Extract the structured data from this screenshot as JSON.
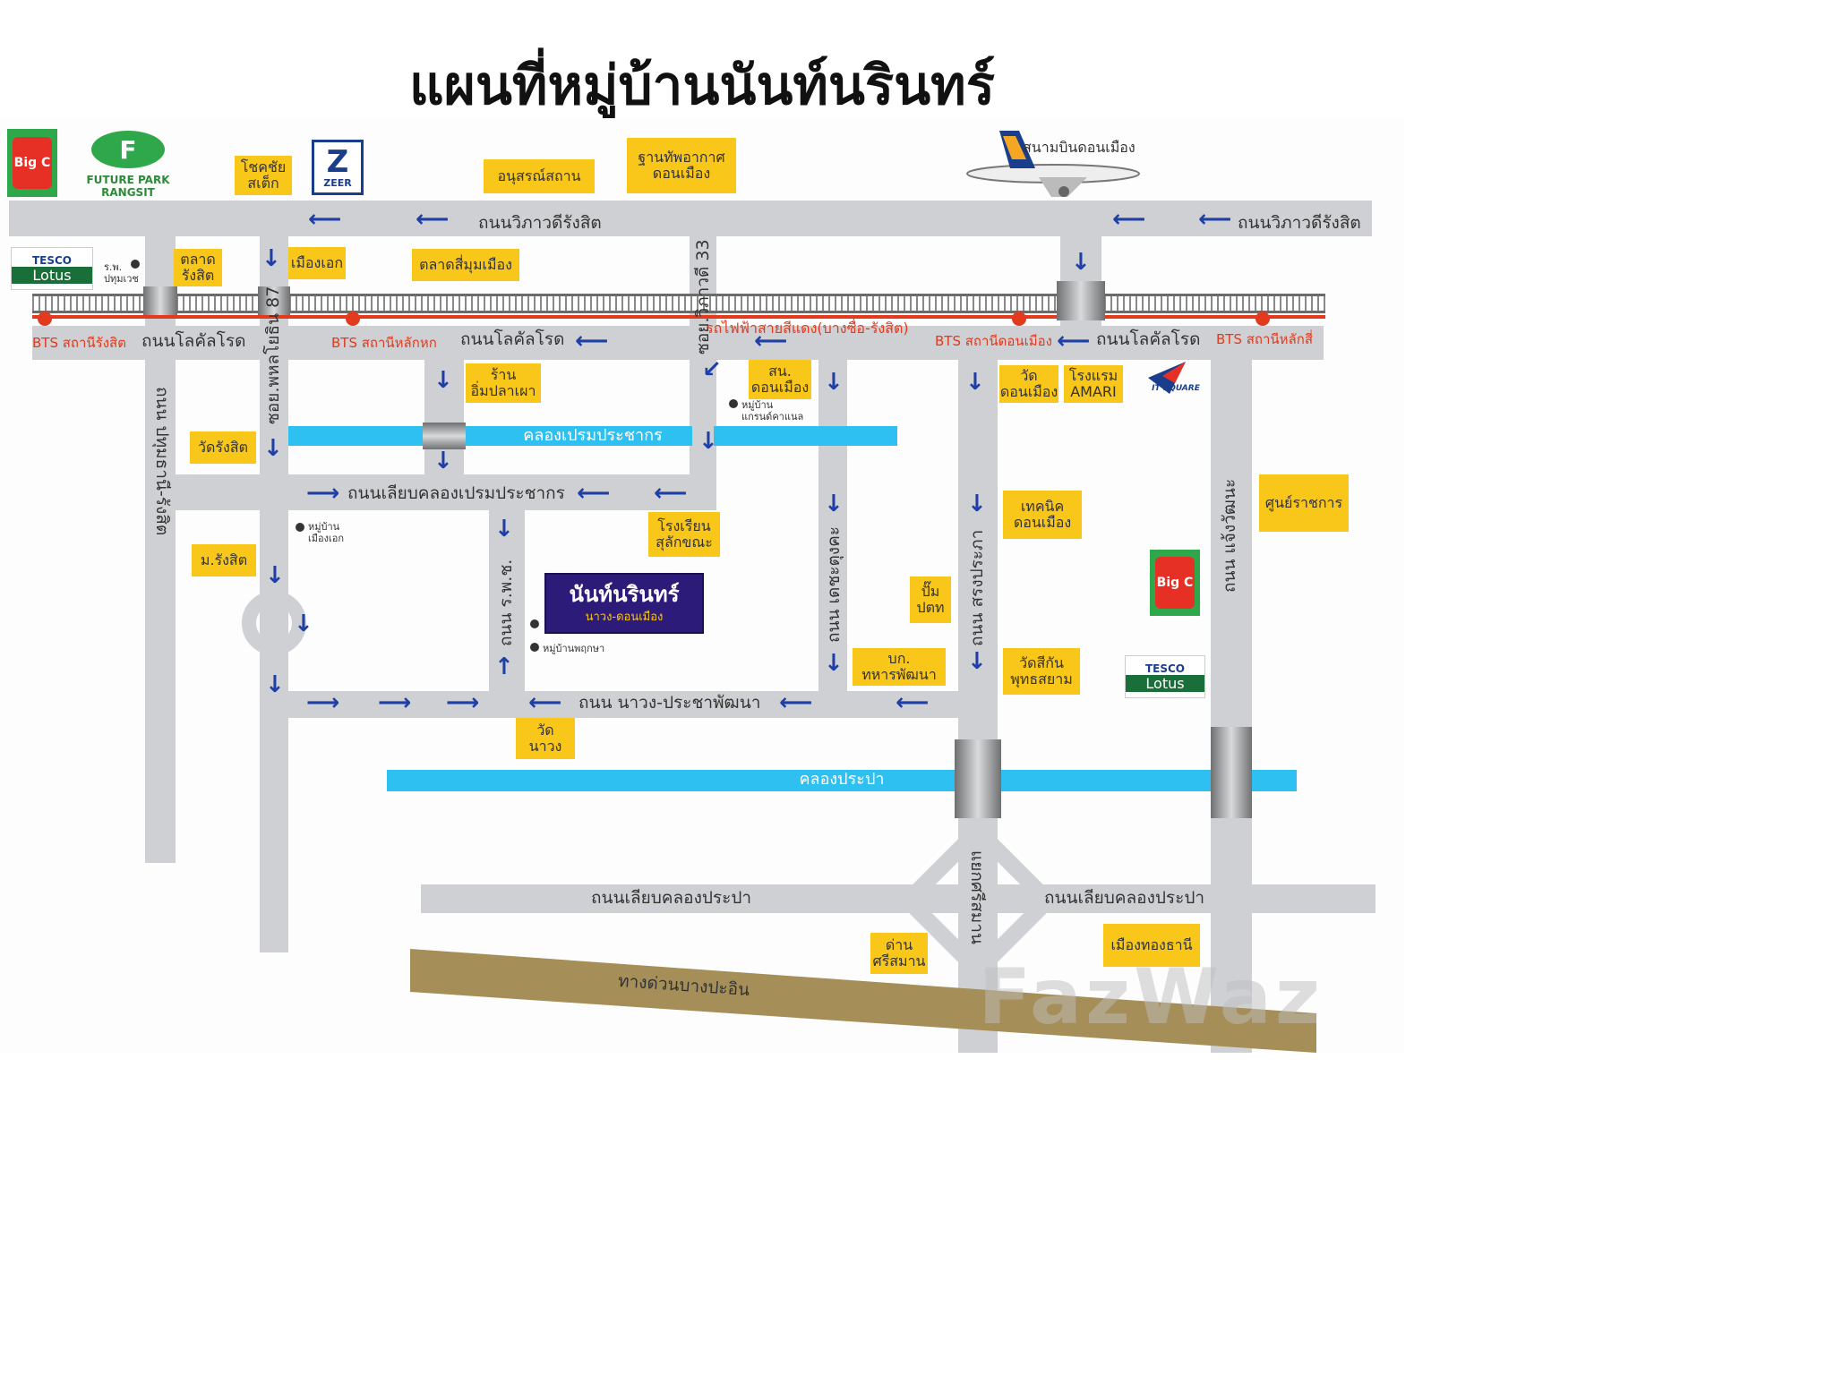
{
  "title": "แผนที่หมู่บ้านนันท์นรินทร์",
  "roads": {
    "vibhavadi_left": "ถนนวิภาวดีรังสิต",
    "vibhavadi_right": "ถนนวิภาวดีรังสิต",
    "local_left": "ถนนโลคัลโรด",
    "local_mid": "ถนนโลคัลโรด",
    "local_right": "ถนนโลคัลโรด",
    "pathum": "ถนน ปทุมธานี-รังสิต",
    "soi87": "ซอย.พหลโยธิน 87",
    "soi33": "ซอย.วิภาวดี 33",
    "liab_prem": "ถนนเลียบคลองเปรมประชากร",
    "rps": "ถนน ร.พ.ช.",
    "dechatung": "ถนน เดชะตุงคะ",
    "songprapa": "ถนน สรงประภา",
    "chaengwattana": "ถนน แจ้งวัฒนะ",
    "nawong": "ถนน นาวง-ประชาพัฒนา",
    "liab_prapa_left": "ถนนเลียบคลองประปา",
    "liab_prapa_right": "ถนนเลียบคลองประปา",
    "laksi_junction": "แยกศรีสมาน",
    "expressway": "ทางด่วนบางปะอิน"
  },
  "canals": {
    "prem": "คลองเปรมประชากร",
    "prapa": "คลองประปา"
  },
  "railway": {
    "red_line": "รถไฟฟ้าสายสีแดง(บางซื่อ-รังสิต)",
    "st_rangsit": "BTS สถานีรังสิต",
    "st_laksi": "BTS สถานีหลักหก",
    "st_donmuang": "BTS สถานีดอนเมือง",
    "st_laksi2": "BTS สถานีหลักสี่"
  },
  "places": {
    "chokchai": "โชคชัย\nสเต็ก",
    "monument": "อนุสรณ์สถาน",
    "airbase": "ฐานทัพอากาศ\nดอนเมือง",
    "talad_rangsit": "ตลาด\nรังสิต",
    "muang_ake": "เมืองเอก",
    "talad_simum": "ตลาดสี่มุมเมือง",
    "fish_shop": "ร้าน\nอิ่มปลาเผา",
    "police": "สน.\nดอนเมือง",
    "wat_donmuang": "วัด\nดอนเมือง",
    "amari": "โรงแรม\nAMARI",
    "wat_rangsit": "วัดรังสิต",
    "techno": "เทคนิค\nดอนเมือง",
    "govcenter": "ศูนย์ราชการ",
    "school": "โรงเรียน\nสุลักขณะ",
    "rangsit_u": "ม.รังสิต",
    "gas": "ปั๊ม\nปตท",
    "army": "บก.\nทหารพัฒนา",
    "wat_sikan": "วัดสีกัน\nพุทธสยาม",
    "wat_nawong": "วัด\nนาวง",
    "toll": "ด่าน\nศรีสมาน",
    "muangthong": "เมืองทองธานี",
    "airport": "สนามบินดอนเมือง"
  },
  "small_labels": {
    "pathum_hs": "ร.พ.\nปทุมเวช",
    "grand_village": "หมู่บ้าน\nแกรนด์คาแนล",
    "muangake_village": "หมู่บ้าน\nเมืองเอก",
    "pruksa": "หมู่บ้านพฤกษา"
  },
  "brands": {
    "bigc_text": "Big C",
    "future_park": "FUTURE PARK RANGSIT",
    "zeer": "ZEER",
    "tesco_top": "TESCO",
    "lotus": "Lotus",
    "itsquare": "IT SQUARE"
  },
  "project": {
    "name": "นันท์นรินทร์",
    "sub": "นาวง-ดอนเมือง"
  },
  "watermark": "FazWaz",
  "colors": {
    "road": "#cfd0d4",
    "canal": "#2ec0f0",
    "rail_red": "#e23a1c",
    "label_box": "#f9c61a",
    "arrow": "#1f3fa8",
    "expressway": "#a58e57",
    "project_bg": "#2d1b7a"
  }
}
